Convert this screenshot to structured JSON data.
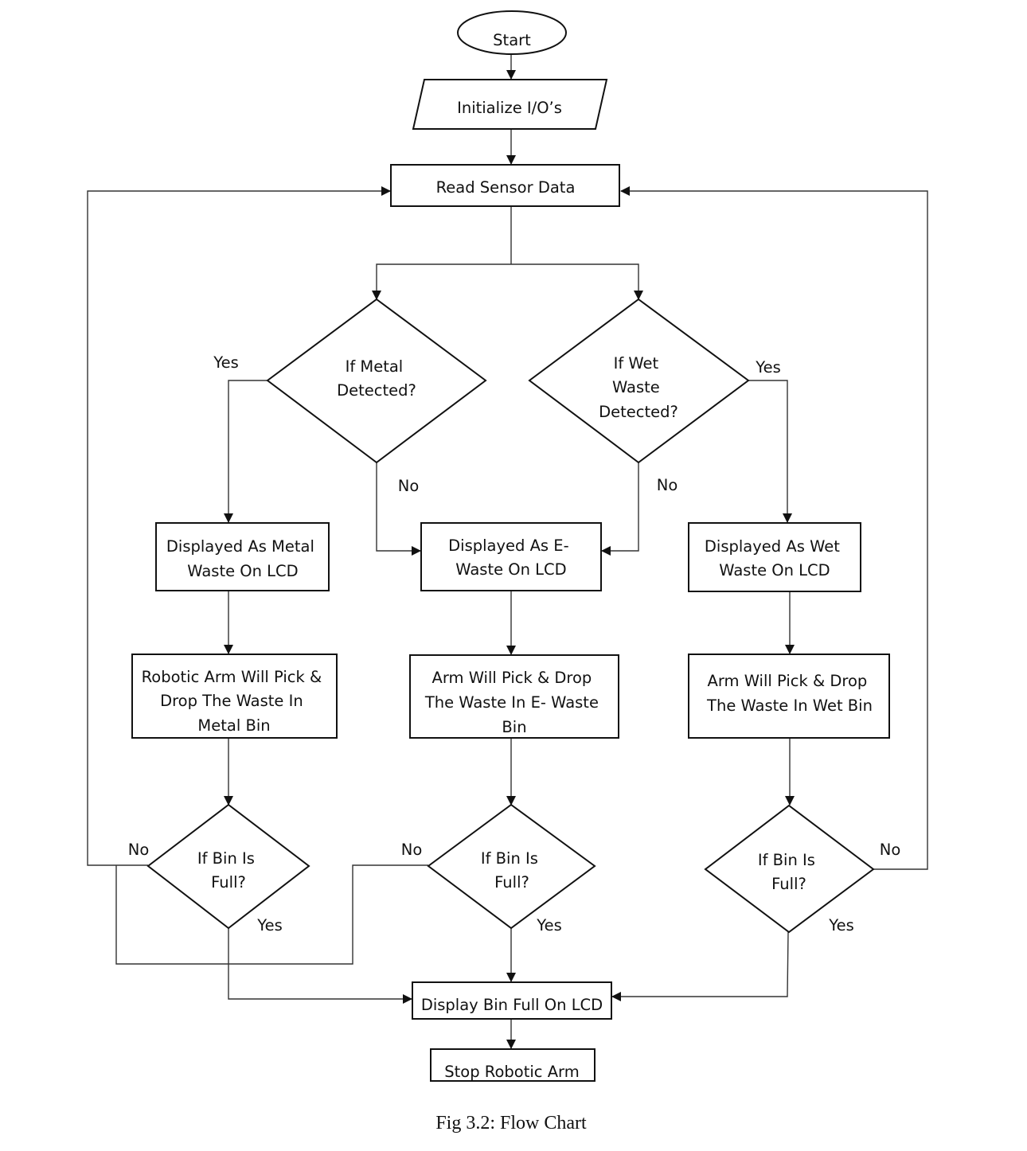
{
  "nodes": {
    "start": [
      "Start"
    ],
    "init": [
      "Initialize I/O’s"
    ],
    "read": [
      "Read Sensor Data"
    ],
    "metal_q": [
      "If Metal",
      "Detected?"
    ],
    "wet_q": [
      "If Wet",
      "Waste",
      "Detected?"
    ],
    "metal_lcd": [
      "Displayed As Metal",
      "Waste On LCD"
    ],
    "ewaste_lcd": [
      "Displayed As E-",
      "Waste On LCD"
    ],
    "wet_lcd": [
      "Displayed As Wet",
      "Waste On LCD"
    ],
    "metal_arm": [
      "Robotic Arm Will Pick &",
      "Drop The Waste In",
      "Metal Bin"
    ],
    "ewaste_arm": [
      "Arm Will Pick & Drop",
      "The Waste In E- Waste",
      "Bin"
    ],
    "wet_arm": [
      "Arm Will Pick & Drop",
      "The Waste In Wet Bin"
    ],
    "bin1_q": [
      "If Bin Is",
      "Full?"
    ],
    "bin2_q": [
      "If Bin Is",
      "Full?"
    ],
    "bin3_q": [
      "If Bin Is",
      "Full?"
    ],
    "bin_full": [
      "Display Bin Full On LCD"
    ],
    "stop": [
      "Stop Robotic Arm"
    ]
  },
  "edge_labels": {
    "metal_yes": "Yes",
    "metal_no": "No",
    "wet_yes": "Yes",
    "wet_no": "No",
    "bin1_no": "No",
    "bin1_yes": "Yes",
    "bin2_no": "No",
    "bin2_yes": "Yes",
    "bin3_no": "No",
    "bin3_yes": "Yes"
  },
  "caption": "Fig 3.2: Flow Chart"
}
